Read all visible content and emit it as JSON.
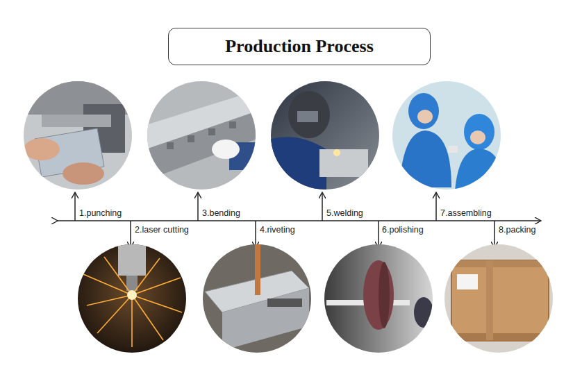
{
  "diagram": {
    "nodes": [
      {
        "text": [
          "Production Process"
        ]
      }
    ],
    "labels": [
      "1.punching",
      "2.laser cutting",
      "3.bending",
      "4.riveting",
      "5.welding",
      "6.polishing",
      "7.assembling",
      "8.packing"
    ]
  }
}
